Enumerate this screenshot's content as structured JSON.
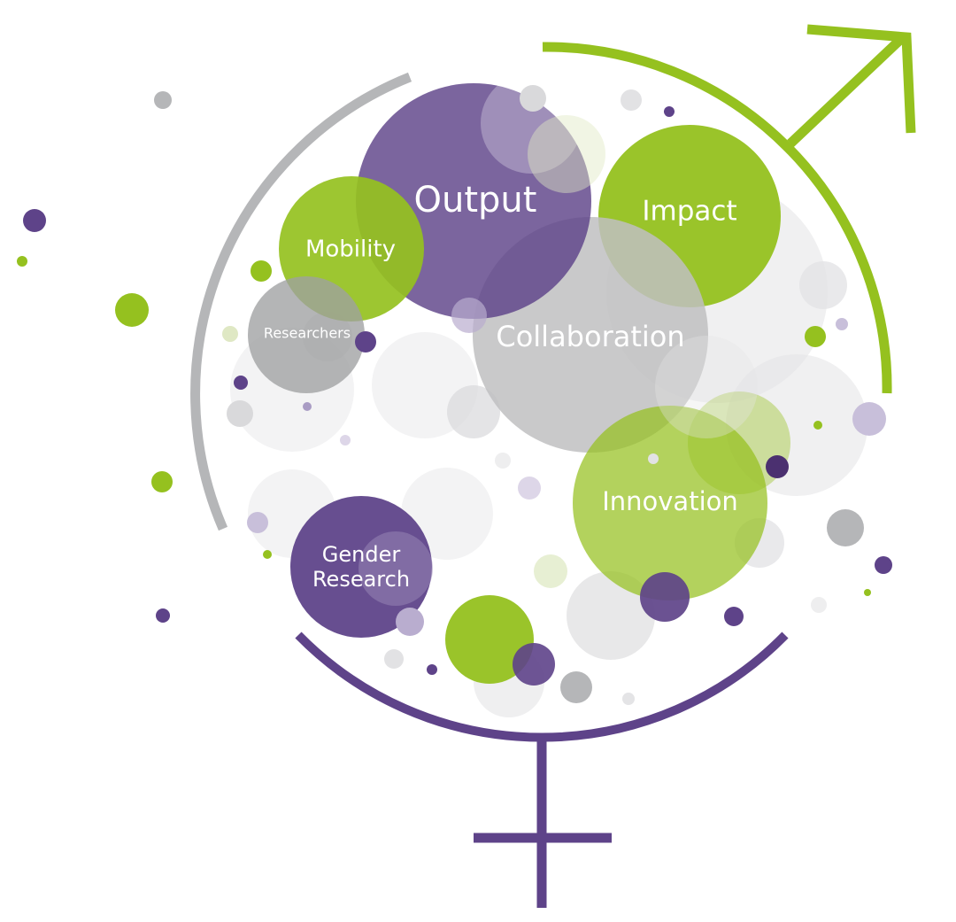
{
  "colors": {
    "purple": "#5e4389",
    "green": "#95c11f",
    "gray": "#b5b6b8",
    "light_gray": "#e4e4e6"
  },
  "symbols": {
    "male": "male-symbol-arrow",
    "female": "female-symbol-cross"
  },
  "labels": {
    "output": "Output",
    "impact": "Impact",
    "mobility": "Mobility",
    "researchers": "Researchers",
    "collaboration": "Collaboration",
    "innovation": "Innovation",
    "gender_line1": "Gender",
    "gender_line2": "Research"
  }
}
